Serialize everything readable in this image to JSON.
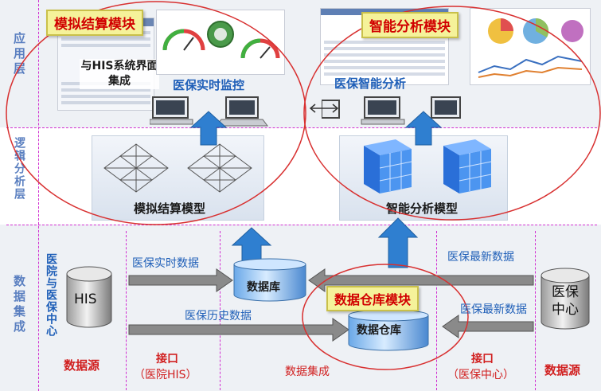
{
  "layers": {
    "application": "应用层",
    "logic": "逻辑分析层",
    "data": "数据集成"
  },
  "modules": {
    "simulated_settlement": "模拟结算模块",
    "intelligent_analysis": "智能分析模块",
    "data_warehouse": "数据仓库模块"
  },
  "app": {
    "his_integration": "与HIS系统界面集成",
    "realtime_monitor": "医保实时监控",
    "intelligent_analysis": "医保智能分析"
  },
  "logic": {
    "settlement_model": "模拟结算模型",
    "analysis_model": "智能分析模型"
  },
  "data": {
    "hospital_side": "医院与医保中心",
    "his": "HIS",
    "realtime_data": "医保实时数据",
    "history_data": "医保历史数据",
    "database": "数据库",
    "warehouse": "数据仓库",
    "latest_data_1": "医保最新数据",
    "latest_data_2": "医保最新数据",
    "center": "医保中心",
    "source_left": "数据源",
    "interface_left": "接口",
    "interface_left_sub": "（医院HIS）",
    "integration": "数据集成",
    "interface_right": "接口",
    "interface_right_sub": "（医保中心）",
    "source_right": "数据源"
  },
  "colors": {
    "arrow_blue": "#2f7fd0",
    "ellipse_red": "#d83030",
    "callout_bg": "#f5f29a",
    "dashed_magenta": "#d12fd1"
  }
}
